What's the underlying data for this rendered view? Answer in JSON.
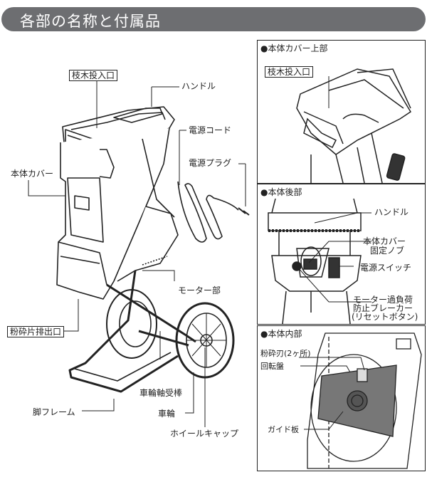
{
  "header": {
    "title": "各部の名称と付属品"
  },
  "main_diagram": {
    "labels": {
      "feed_inlet": "枝木投入口",
      "handle": "ハンドル",
      "power_cord": "電源コード",
      "power_plug": "電源プラグ",
      "body_cover": "本体カバー",
      "motor": "モーター部",
      "chip_outlet": "粉砕片排出口",
      "axle_bar": "車輪軸受棒",
      "leg_frame": "脚フレーム",
      "wheel": "車輪",
      "wheel_cap": "ホイールキャップ"
    }
  },
  "panels": {
    "top": {
      "title": "●本体カバー上部",
      "labels": {
        "feed_inlet": "枝木投入口"
      }
    },
    "rear": {
      "title": "●本体後部",
      "labels": {
        "handle": "ハンドル",
        "cover_knob_1": "本体カバー",
        "cover_knob_2": "固定ノブ",
        "power_switch": "電源スイッチ",
        "breaker_1": "モーター過負荷",
        "breaker_2": "防止ブレーカー",
        "breaker_3": "(リセットボタン)"
      }
    },
    "inside": {
      "title": "●本体内部",
      "labels": {
        "blade": "粉砕刃(2ヶ所)",
        "rotor": "回転盤",
        "guide": "ガイド板"
      }
    }
  }
}
